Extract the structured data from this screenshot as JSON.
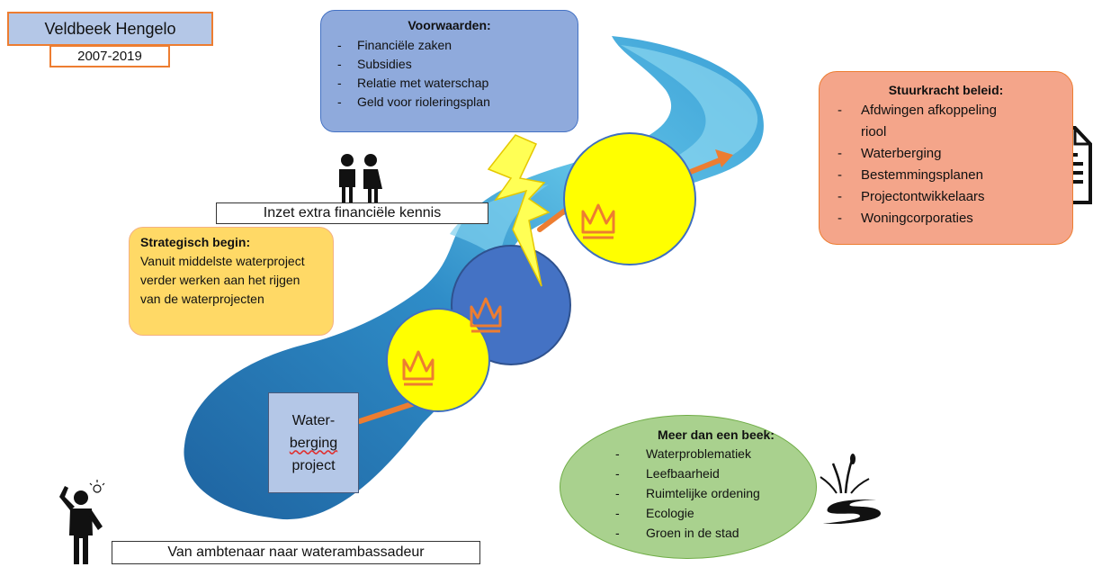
{
  "header": {
    "title": "Veldbeek Hengelo",
    "years": "2007-2019"
  },
  "conditions": {
    "title": "Voorwaarden:",
    "items": [
      "Financiële zaken",
      "Subsidies",
      "Relatie met waterschap",
      "Geld voor rioleringsplan"
    ]
  },
  "policy": {
    "title": "Stuurkracht beleid:",
    "items": [
      "Afdwingen afkoppeling riool",
      "Waterberging",
      "Bestemmingsplanen",
      "Projectontwikkelaars",
      "Woningcorporaties"
    ]
  },
  "strategy": {
    "title": "Strategisch begin",
    "text": "Vanuit middelste waterproject verder werken aan het rijgen van de waterprojecten"
  },
  "knowledge_label": "Inzet extra financiële kennis",
  "project": {
    "line1": "Water-",
    "line2": "berging",
    "line3": "project"
  },
  "more": {
    "title": "Meer dan een beek:",
    "items": [
      "Waterproblematiek",
      "Leefbaarheid",
      "Ruimtelijke ordening",
      "Ecologie",
      "Groen in de stad"
    ]
  },
  "bottom_label": "Van ambtenaar naar waterambassadeur",
  "icons": {
    "coins": "coins-icon",
    "document": "document-icon",
    "target": "target-icon",
    "people": "people-icon",
    "person": "person-idea-icon",
    "crown": "crown-icon",
    "stream": "stream-icon",
    "lightning": "lightning-icon"
  },
  "colors": {
    "river_dark": "#1f6fa8",
    "river_light": "#4fb3e0",
    "circle_yellow": "#ffff00",
    "circle_blue": "#4472c4",
    "crown_orange": "#ed7d31",
    "arrow_orange": "#ed7d31"
  }
}
